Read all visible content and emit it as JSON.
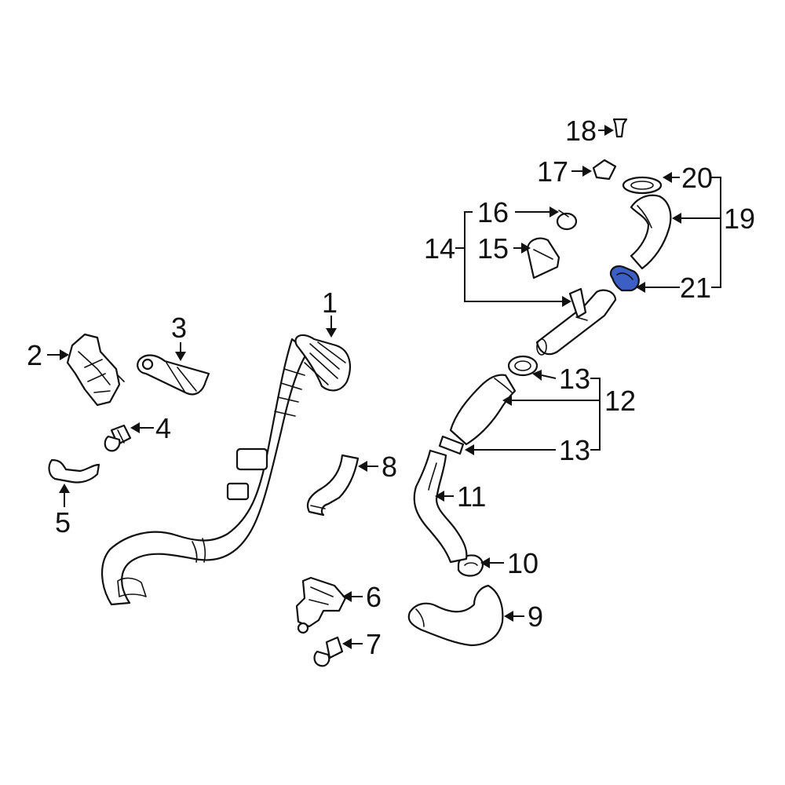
{
  "highlight_color": "#3b5fc4",
  "callouts": {
    "c1": "1",
    "c2": "2",
    "c3": "3",
    "c4": "4",
    "c5": "5",
    "c6": "6",
    "c7": "7",
    "c8": "8",
    "c9": "9",
    "c10": "10",
    "c11": "11",
    "c12": "12",
    "c13a": "13",
    "c13b": "13",
    "c14": "14",
    "c15": "15",
    "c16": "16",
    "c17": "17",
    "c18": "18",
    "c19": "19",
    "c20": "20",
    "c21": "21"
  }
}
